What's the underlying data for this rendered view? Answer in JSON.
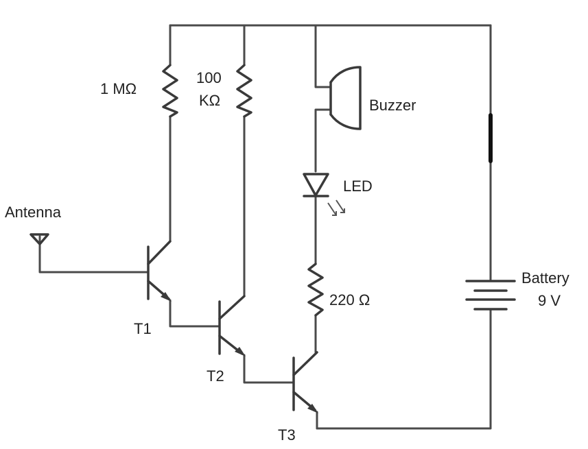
{
  "labels": {
    "r1": "1 MΩ",
    "r2_line1": "100",
    "r2_line2": "KΩ",
    "buzzer": "Buzzer",
    "led": "LED",
    "antenna": "Antenna",
    "r3": "220 Ω",
    "battery_line1": "Battery",
    "battery_line2": "9 V",
    "t1": "T1",
    "t2": "T2",
    "t3": "T3"
  }
}
